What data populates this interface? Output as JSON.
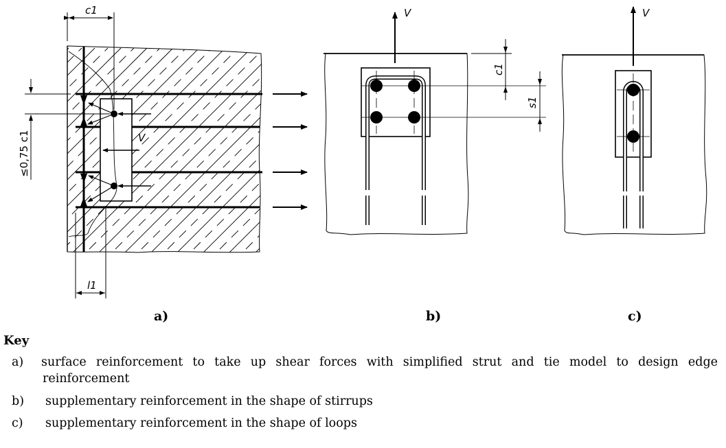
{
  "figure": {
    "panels": [
      {
        "id": "a",
        "label": "a)",
        "dimensions": {
          "top": "c1",
          "left": "≤0,75 c1",
          "bottom": "l1"
        },
        "force_label": "V"
      },
      {
        "id": "b",
        "label": "b)",
        "dimensions": {
          "right_top": "c1",
          "right_bottom": "s1"
        },
        "force_label": "V"
      },
      {
        "id": "c",
        "label": "c)",
        "force_label": "V"
      }
    ]
  },
  "key": {
    "title": "Key",
    "items": [
      {
        "letter": "a)",
        "text_line1": "surface reinforcement to take up shear forces with simplified strut and tie model to design edge",
        "text_line2": "reinforcement"
      },
      {
        "letter": "b)",
        "text_line1": "supplementary reinforcement in the shape of stirrups"
      },
      {
        "letter": "c)",
        "text_line1": "supplementary reinforcement in the shape of loops"
      }
    ]
  }
}
